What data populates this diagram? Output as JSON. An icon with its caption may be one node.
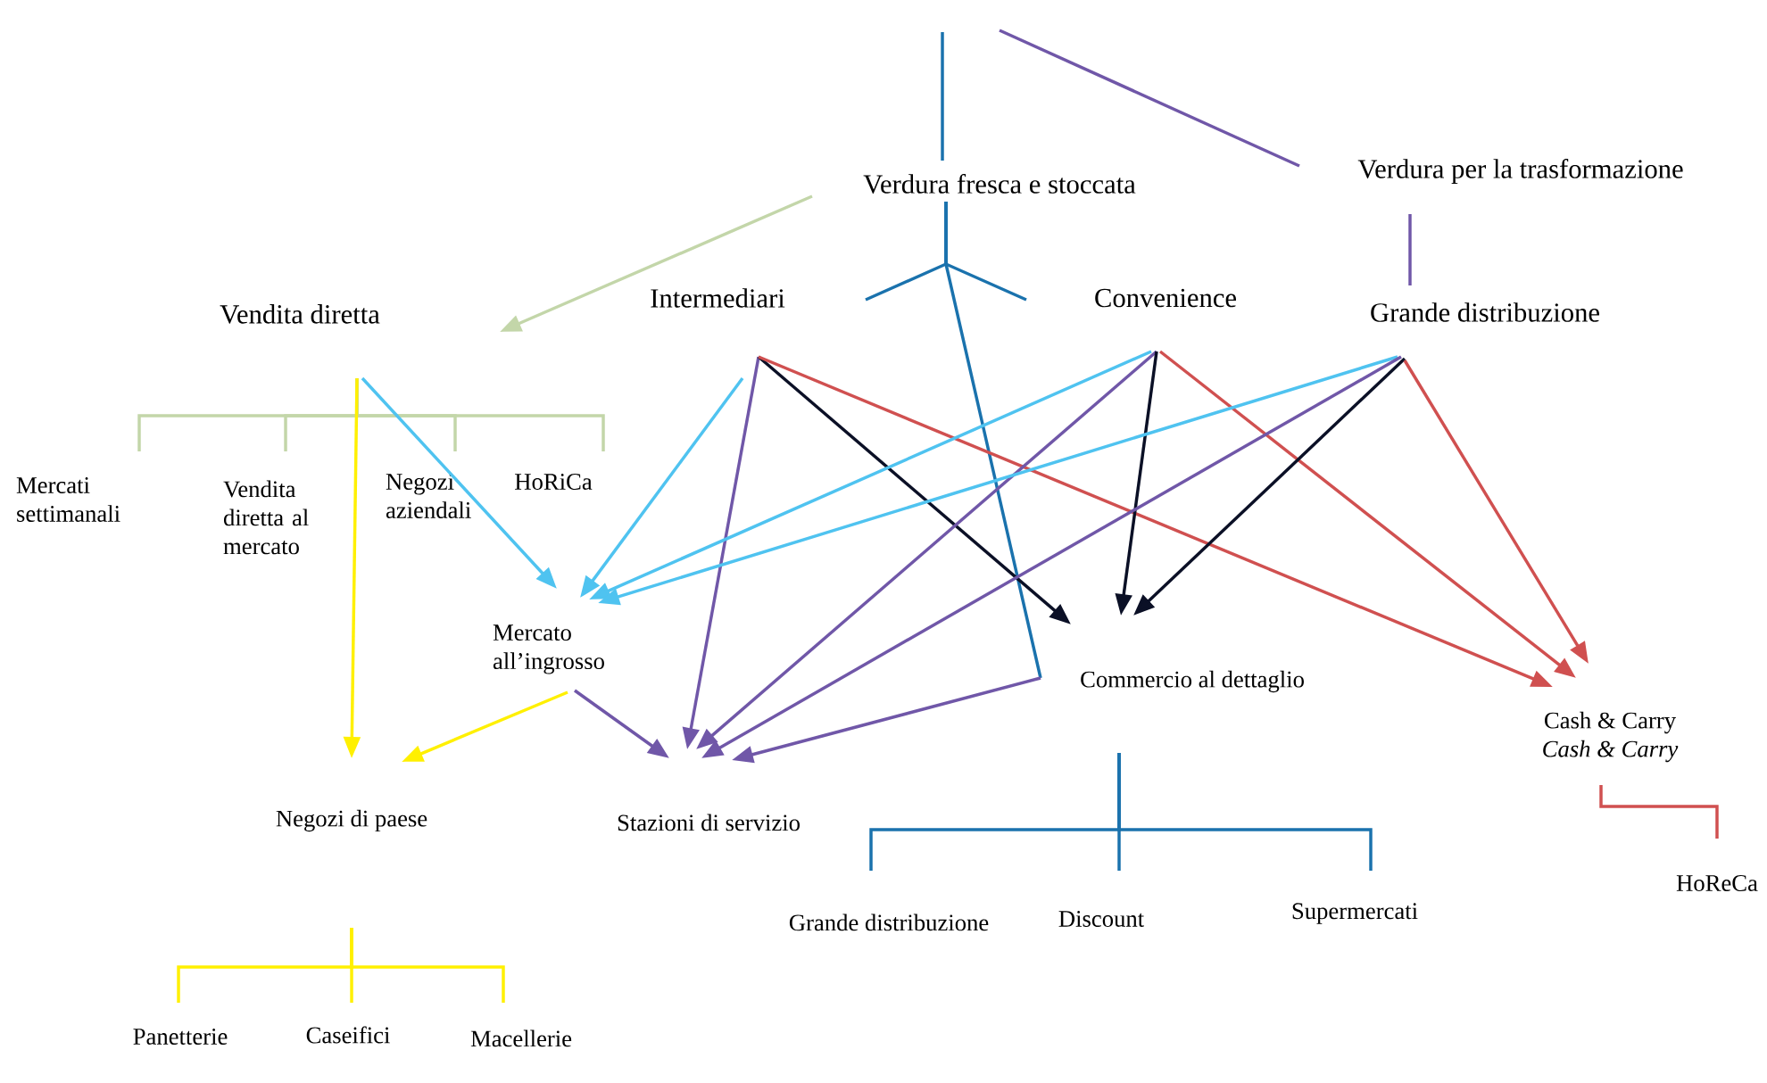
{
  "diagram": {
    "nodes": [
      {
        "text": [
          "Verdura fresca e stoccata"
        ]
      },
      {
        "text": [
          "Verdura per la trasformazione"
        ]
      },
      {
        "text": [
          "Vendita diretta"
        ]
      },
      {
        "text": [
          "Intermediari"
        ]
      },
      {
        "text": [
          "Convenience"
        ]
      },
      {
        "text": [
          "Grande distribuzione"
        ]
      },
      {
        "text": [
          "Mercati settimanali"
        ]
      },
      {
        "text": [
          "Vendita diretta al mercato"
        ]
      },
      {
        "text": [
          "Negozi aziendali"
        ]
      },
      {
        "text": [
          "HoRiCa"
        ]
      },
      {
        "text": [
          "Mercato all’ingrosso"
        ]
      },
      {
        "text": [
          "Negozi di paese"
        ]
      },
      {
        "text": [
          "Stazioni di servizio"
        ]
      },
      {
        "text": [
          "Commercio al dettaglio"
        ]
      },
      {
        "text": [
          "Cash & Carry",
          "Cash & Carry"
        ]
      },
      {
        "text": [
          "Grande distribuzione"
        ]
      },
      {
        "text": [
          "Discount"
        ]
      },
      {
        "text": [
          "Supermercati"
        ]
      },
      {
        "text": [
          "HoReCa"
        ]
      },
      {
        "text": [
          "Panetterie"
        ]
      },
      {
        "text": [
          "Caseifici"
        ]
      },
      {
        "text": [
          "Macellerie"
        ]
      }
    ],
    "edges": [
      {
        "from": null,
        "to": 0,
        "arrow": "none",
        "color": "#1a72ad"
      },
      {
        "from": null,
        "to": 1,
        "arrow": "none",
        "color": "#7057a8"
      },
      {
        "from": 0,
        "to": 2,
        "arrow": "to",
        "color": "#c3d6a9"
      },
      {
        "from": 0,
        "to": 3,
        "arrow": "none",
        "color": "#1a72ad"
      },
      {
        "from": 0,
        "to": 4,
        "arrow": "none",
        "color": "#1a72ad"
      },
      {
        "from": 0,
        "to": 13,
        "arrow": "none",
        "color": "#1a72ad"
      },
      {
        "from": 1,
        "to": 5,
        "arrow": "none",
        "color": "#7057a8"
      },
      {
        "from": 2,
        "to": 6,
        "arrow": "none",
        "color": "#c3d6a9"
      },
      {
        "from": 2,
        "to": 7,
        "arrow": "none",
        "color": "#c3d6a9"
      },
      {
        "from": 2,
        "to": 8,
        "arrow": "none",
        "color": "#c3d6a9"
      },
      {
        "from": 2,
        "to": 9,
        "arrow": "none",
        "color": "#c3d6a9"
      },
      {
        "from": 2,
        "to": 11,
        "arrow": "to",
        "color": "#fff000"
      },
      {
        "from": 2,
        "to": 10,
        "arrow": "to",
        "color": "#4fc3f0"
      },
      {
        "from": 3,
        "to": 10,
        "arrow": "to",
        "color": "#4fc3f0"
      },
      {
        "from": 3,
        "to": 12,
        "arrow": "to",
        "color": "#7057a8"
      },
      {
        "from": 3,
        "to": 13,
        "arrow": "to",
        "color": "#0b1026"
      },
      {
        "from": 3,
        "to": 14,
        "arrow": "to",
        "color": "#d05050"
      },
      {
        "from": 4,
        "to": 10,
        "arrow": "to",
        "color": "#4fc3f0"
      },
      {
        "from": 4,
        "to": 12,
        "arrow": "to",
        "color": "#7057a8"
      },
      {
        "from": 4,
        "to": 13,
        "arrow": "to",
        "color": "#0b1026"
      },
      {
        "from": 4,
        "to": 14,
        "arrow": "to",
        "color": "#d05050"
      },
      {
        "from": 5,
        "to": 10,
        "arrow": "to",
        "color": "#4fc3f0"
      },
      {
        "from": 5,
        "to": 12,
        "arrow": "to",
        "color": "#7057a8"
      },
      {
        "from": 5,
        "to": 13,
        "arrow": "to",
        "color": "#0b1026"
      },
      {
        "from": 5,
        "to": 14,
        "arrow": "to",
        "color": "#d05050"
      },
      {
        "from": 10,
        "to": 11,
        "arrow": "to",
        "color": "#fff000"
      },
      {
        "from": 10,
        "to": 12,
        "arrow": "to",
        "color": "#7057a8"
      },
      {
        "from": 13,
        "to": 12,
        "arrow": "to",
        "color": "#7057a8"
      },
      {
        "from": 13,
        "to": 15,
        "arrow": "none",
        "color": "#1a72ad"
      },
      {
        "from": 13,
        "to": 16,
        "arrow": "none",
        "color": "#1a72ad"
      },
      {
        "from": 13,
        "to": 17,
        "arrow": "none",
        "color": "#1a72ad"
      },
      {
        "from": 14,
        "to": 18,
        "arrow": "none",
        "color": "#d05050"
      },
      {
        "from": 11,
        "to": 19,
        "arrow": "none",
        "color": "#fff000"
      },
      {
        "from": 11,
        "to": 20,
        "arrow": "none",
        "color": "#fff000"
      },
      {
        "from": 11,
        "to": 21,
        "arrow": "none",
        "color": "#fff000"
      }
    ]
  }
}
